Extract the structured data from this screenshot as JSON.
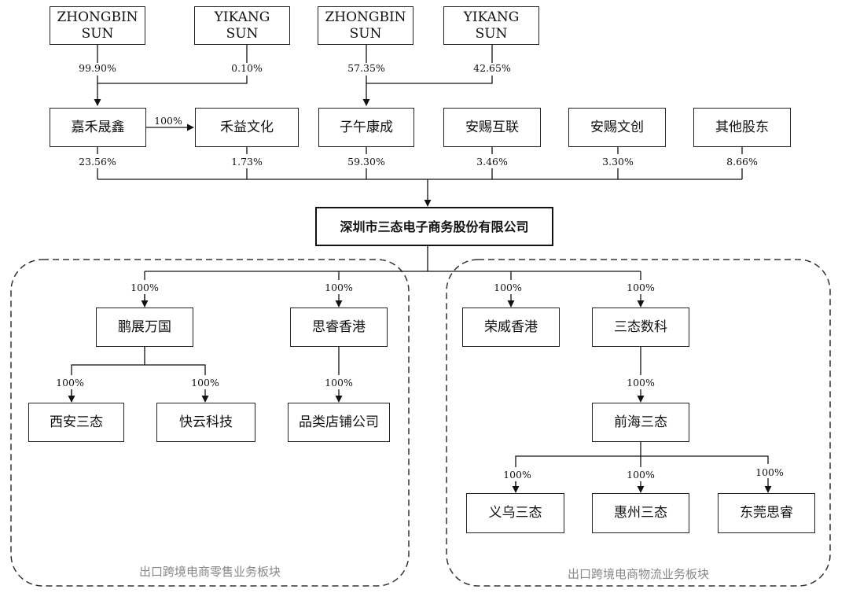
{
  "nodes": {
    "zhongbin_1": {
      "line1": "ZHONGBIN",
      "line2": "SUN"
    },
    "yikang_1": {
      "line1": "YIKANG",
      "line2": "SUN"
    },
    "zhongbin_2": {
      "line1": "ZHONGBIN",
      "line2": "SUN"
    },
    "yikang_2": {
      "line1": "YIKANG",
      "line2": "SUN"
    },
    "jiahe": "嘉禾晟鑫",
    "heyi": "禾益文化",
    "ziwu": "子午康成",
    "anci_hulian": "安赐互联",
    "anci_wenchuang": "安赐文创",
    "others": "其他股东",
    "company": "深圳市三态电子商务股份有限公司",
    "pengzhan": "鹏展万国",
    "sirui_hk": "思睿香港",
    "rongwei": "荣威香港",
    "santai_shuke": "三态数科",
    "xian": "西安三态",
    "kuaiyun": "快云科技",
    "pinlei": "品类店铺公司",
    "qianhai": "前海三态",
    "yiwu": "义乌三态",
    "huizhou": "惠州三态",
    "dongguan": "东莞思睿"
  },
  "percentages": {
    "zhongbin1_jiahe": "99.90%",
    "yikang1_jiahe": "0.10%",
    "zhongbin2_ziwu": "57.35%",
    "yikang2_ziwu": "42.65%",
    "jiahe_heyi": "100%",
    "jiahe_company": "23.56%",
    "heyi_company": "1.73%",
    "ziwu_company": "59.30%",
    "anci_hulian_company": "3.46%",
    "anci_wenchuang_company": "3.30%",
    "others_company": "8.66%",
    "company_pengzhan": "100%",
    "company_sirui": "100%",
    "company_rongwei": "100%",
    "company_shuke": "100%",
    "pengzhan_xian": "100%",
    "pengzhan_kuaiyun": "100%",
    "sirui_pinlei": "100%",
    "shuke_qianhai": "100%",
    "qianhai_yiwu": "100%",
    "qianhai_huizhou": "100%",
    "qianhai_dongguan": "100%"
  },
  "segments": {
    "retail": "出口跨境电商零售业务板块",
    "logistics": "出口跨境电商物流业务板块"
  }
}
